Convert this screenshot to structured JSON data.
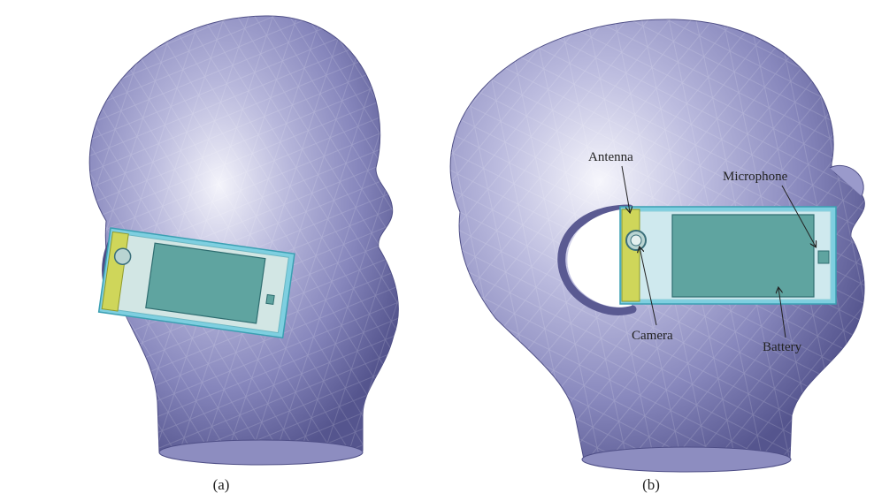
{
  "panels": [
    {
      "label": "(a)"
    },
    {
      "label": "(b)"
    }
  ],
  "callouts": {
    "antenna": "Antenna",
    "camera": "Camera",
    "microphone": "Microphone",
    "battery": "Battery"
  },
  "colors": {
    "head_base": "#7f7fb3",
    "head_highlight": "#f2f2fb",
    "head_shadow": "#4b4b84",
    "phone_frame": "#7ecfe0",
    "phone_body": "#cfe9ee",
    "battery": "#5fa4a0",
    "antenna": "#cfd65a",
    "background": "#ffffff"
  }
}
